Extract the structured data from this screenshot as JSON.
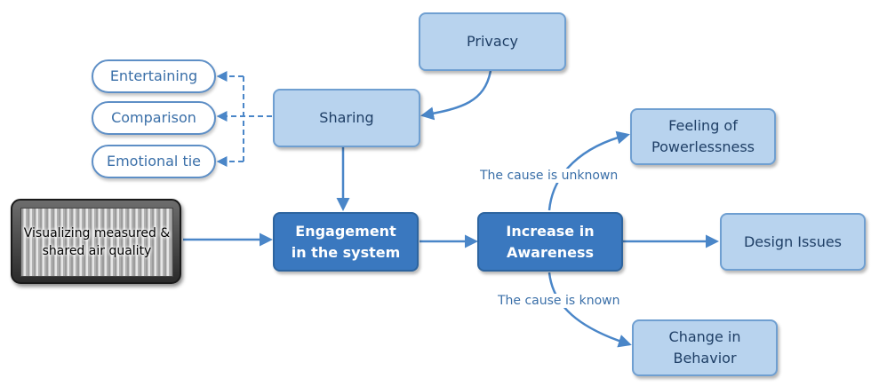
{
  "diagram": {
    "nodes": {
      "privacy": "Privacy",
      "sharing": "Sharing",
      "entertaining": "Entertaining",
      "comparison": "Comparison",
      "emotional_tie": "Emotional tie",
      "visualizing": "Visualizing measured &\nshared air quality",
      "engagement": "Engagement\nin the system",
      "awareness": "Increase in\nAwareness",
      "powerlessness": "Feeling of\nPowerlessness",
      "design_issues": "Design Issues",
      "change_behavior": "Change in\nBehavior"
    },
    "edge_labels": {
      "cause_unknown": "The cause is unknown",
      "cause_known": "The cause is known"
    },
    "colors": {
      "arrow": "#4a86c8",
      "light_fill": "#b8d3ee",
      "dark_fill": "#3a78bf",
      "pill_border": "#5e8fc6"
    }
  }
}
